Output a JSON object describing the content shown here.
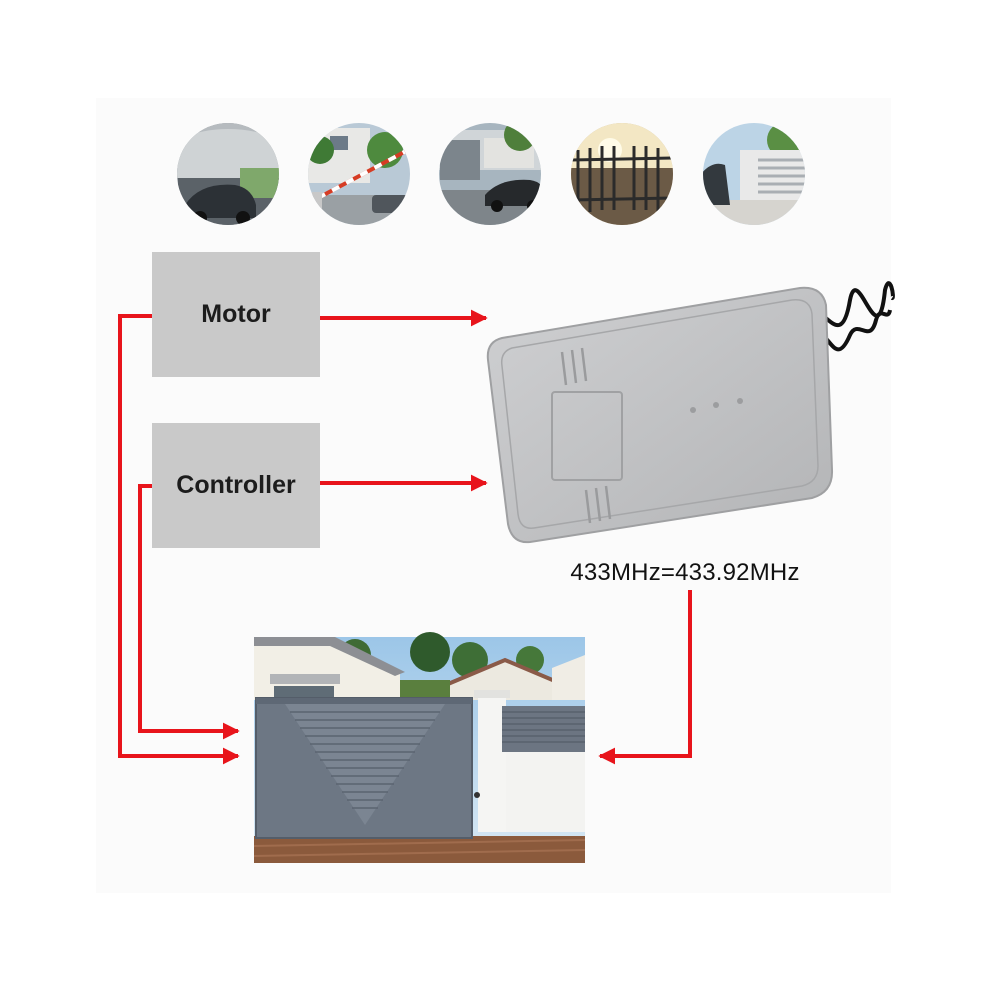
{
  "scenes": [
    {
      "name": "garage-door-scene"
    },
    {
      "name": "barrier-gate-scene"
    },
    {
      "name": "sliding-gate-scene"
    },
    {
      "name": "swing-gate-scene"
    },
    {
      "name": "fence-gate-scene"
    }
  ],
  "motor_label": "Motor",
  "controller_label": "Controller",
  "frequency_label": "433MHz=433.92MHz",
  "colors": {
    "arrow": "#e8141b",
    "box": "#c9c9c9",
    "receiver_body": "#bdbec0",
    "gate": "#6d7784"
  }
}
